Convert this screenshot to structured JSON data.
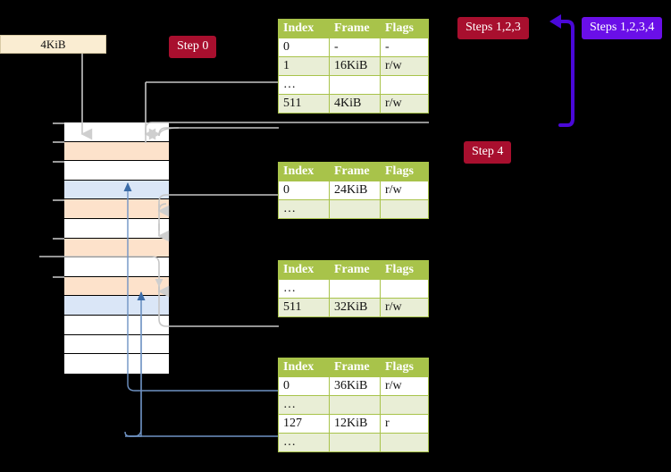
{
  "labels": {
    "step0": "Step 0",
    "steps123": "Steps 1,2,3",
    "steps1234": "Steps 1,2,3,4",
    "step4": "Step 4"
  },
  "memory_block": {
    "size_label": "4KiB"
  },
  "columns": {
    "index": "Index",
    "frame": "Frame",
    "flags": "Flags"
  },
  "tables": [
    {
      "name": "pml4-table",
      "headers": [
        "Index",
        "Frame",
        "Flags"
      ],
      "rows": [
        {
          "index": "0",
          "frame": "-",
          "flags": "-",
          "alt": false,
          "highlight": false
        },
        {
          "index": "1",
          "frame": "16KiB",
          "flags": "r/w",
          "alt": true,
          "highlight": false
        },
        {
          "index": "…",
          "frame": "",
          "flags": "",
          "alt": false,
          "highlight": false
        },
        {
          "index": "511",
          "frame": "4KiB",
          "flags": "r/w",
          "alt": true,
          "highlight": true
        }
      ]
    },
    {
      "name": "pdp-table",
      "headers": [
        "Index",
        "Frame",
        "Flags"
      ],
      "rows": [
        {
          "index": "0",
          "frame": "24KiB",
          "flags": "r/w",
          "alt": false,
          "highlight": false
        },
        {
          "index": "…",
          "frame": "",
          "flags": "",
          "alt": true,
          "highlight": false
        }
      ]
    },
    {
      "name": "pd-table",
      "headers": [
        "Index",
        "Frame",
        "Flags"
      ],
      "rows": [
        {
          "index": "…",
          "frame": "",
          "flags": "",
          "alt": false,
          "highlight": false
        },
        {
          "index": "511",
          "frame": "32KiB",
          "flags": "r/w",
          "alt": true,
          "highlight": false
        }
      ]
    },
    {
      "name": "pt-table",
      "headers": [
        "Index",
        "Frame",
        "Flags"
      ],
      "rows": [
        {
          "index": "0",
          "frame": "36KiB",
          "flags": "r/w",
          "alt": false,
          "highlight": false
        },
        {
          "index": "…",
          "frame": "",
          "flags": "",
          "alt": true,
          "highlight": false
        },
        {
          "index": "127",
          "frame": "12KiB",
          "flags": "r",
          "alt": false,
          "highlight": false
        },
        {
          "index": "…",
          "frame": "",
          "flags": "",
          "alt": true,
          "highlight": false
        }
      ]
    }
  ],
  "memory_rows": [
    {
      "fill": "white"
    },
    {
      "fill": "orange"
    },
    {
      "fill": "white"
    },
    {
      "fill": "blue"
    },
    {
      "fill": "orange"
    },
    {
      "fill": "white"
    },
    {
      "fill": "orange"
    },
    {
      "fill": "white"
    },
    {
      "fill": "orange"
    },
    {
      "fill": "blue"
    },
    {
      "fill": "white"
    },
    {
      "fill": "white"
    },
    {
      "fill": "white"
    }
  ],
  "colors": {
    "header_green": "#a8c34a",
    "row_alt": "#e9eed6",
    "highlight_yellow": "#fbf8a0",
    "badge_red": "#a80f2e",
    "badge_blue": "#6a0fe8",
    "mem_orange": "#fde2cb",
    "mem_blue": "#dae6f7",
    "block_cream": "#faedd2",
    "wire_grey": "#b9b9b9",
    "wire_blue": "#6f93c4",
    "arrow_blue": "#3c6ca8"
  }
}
